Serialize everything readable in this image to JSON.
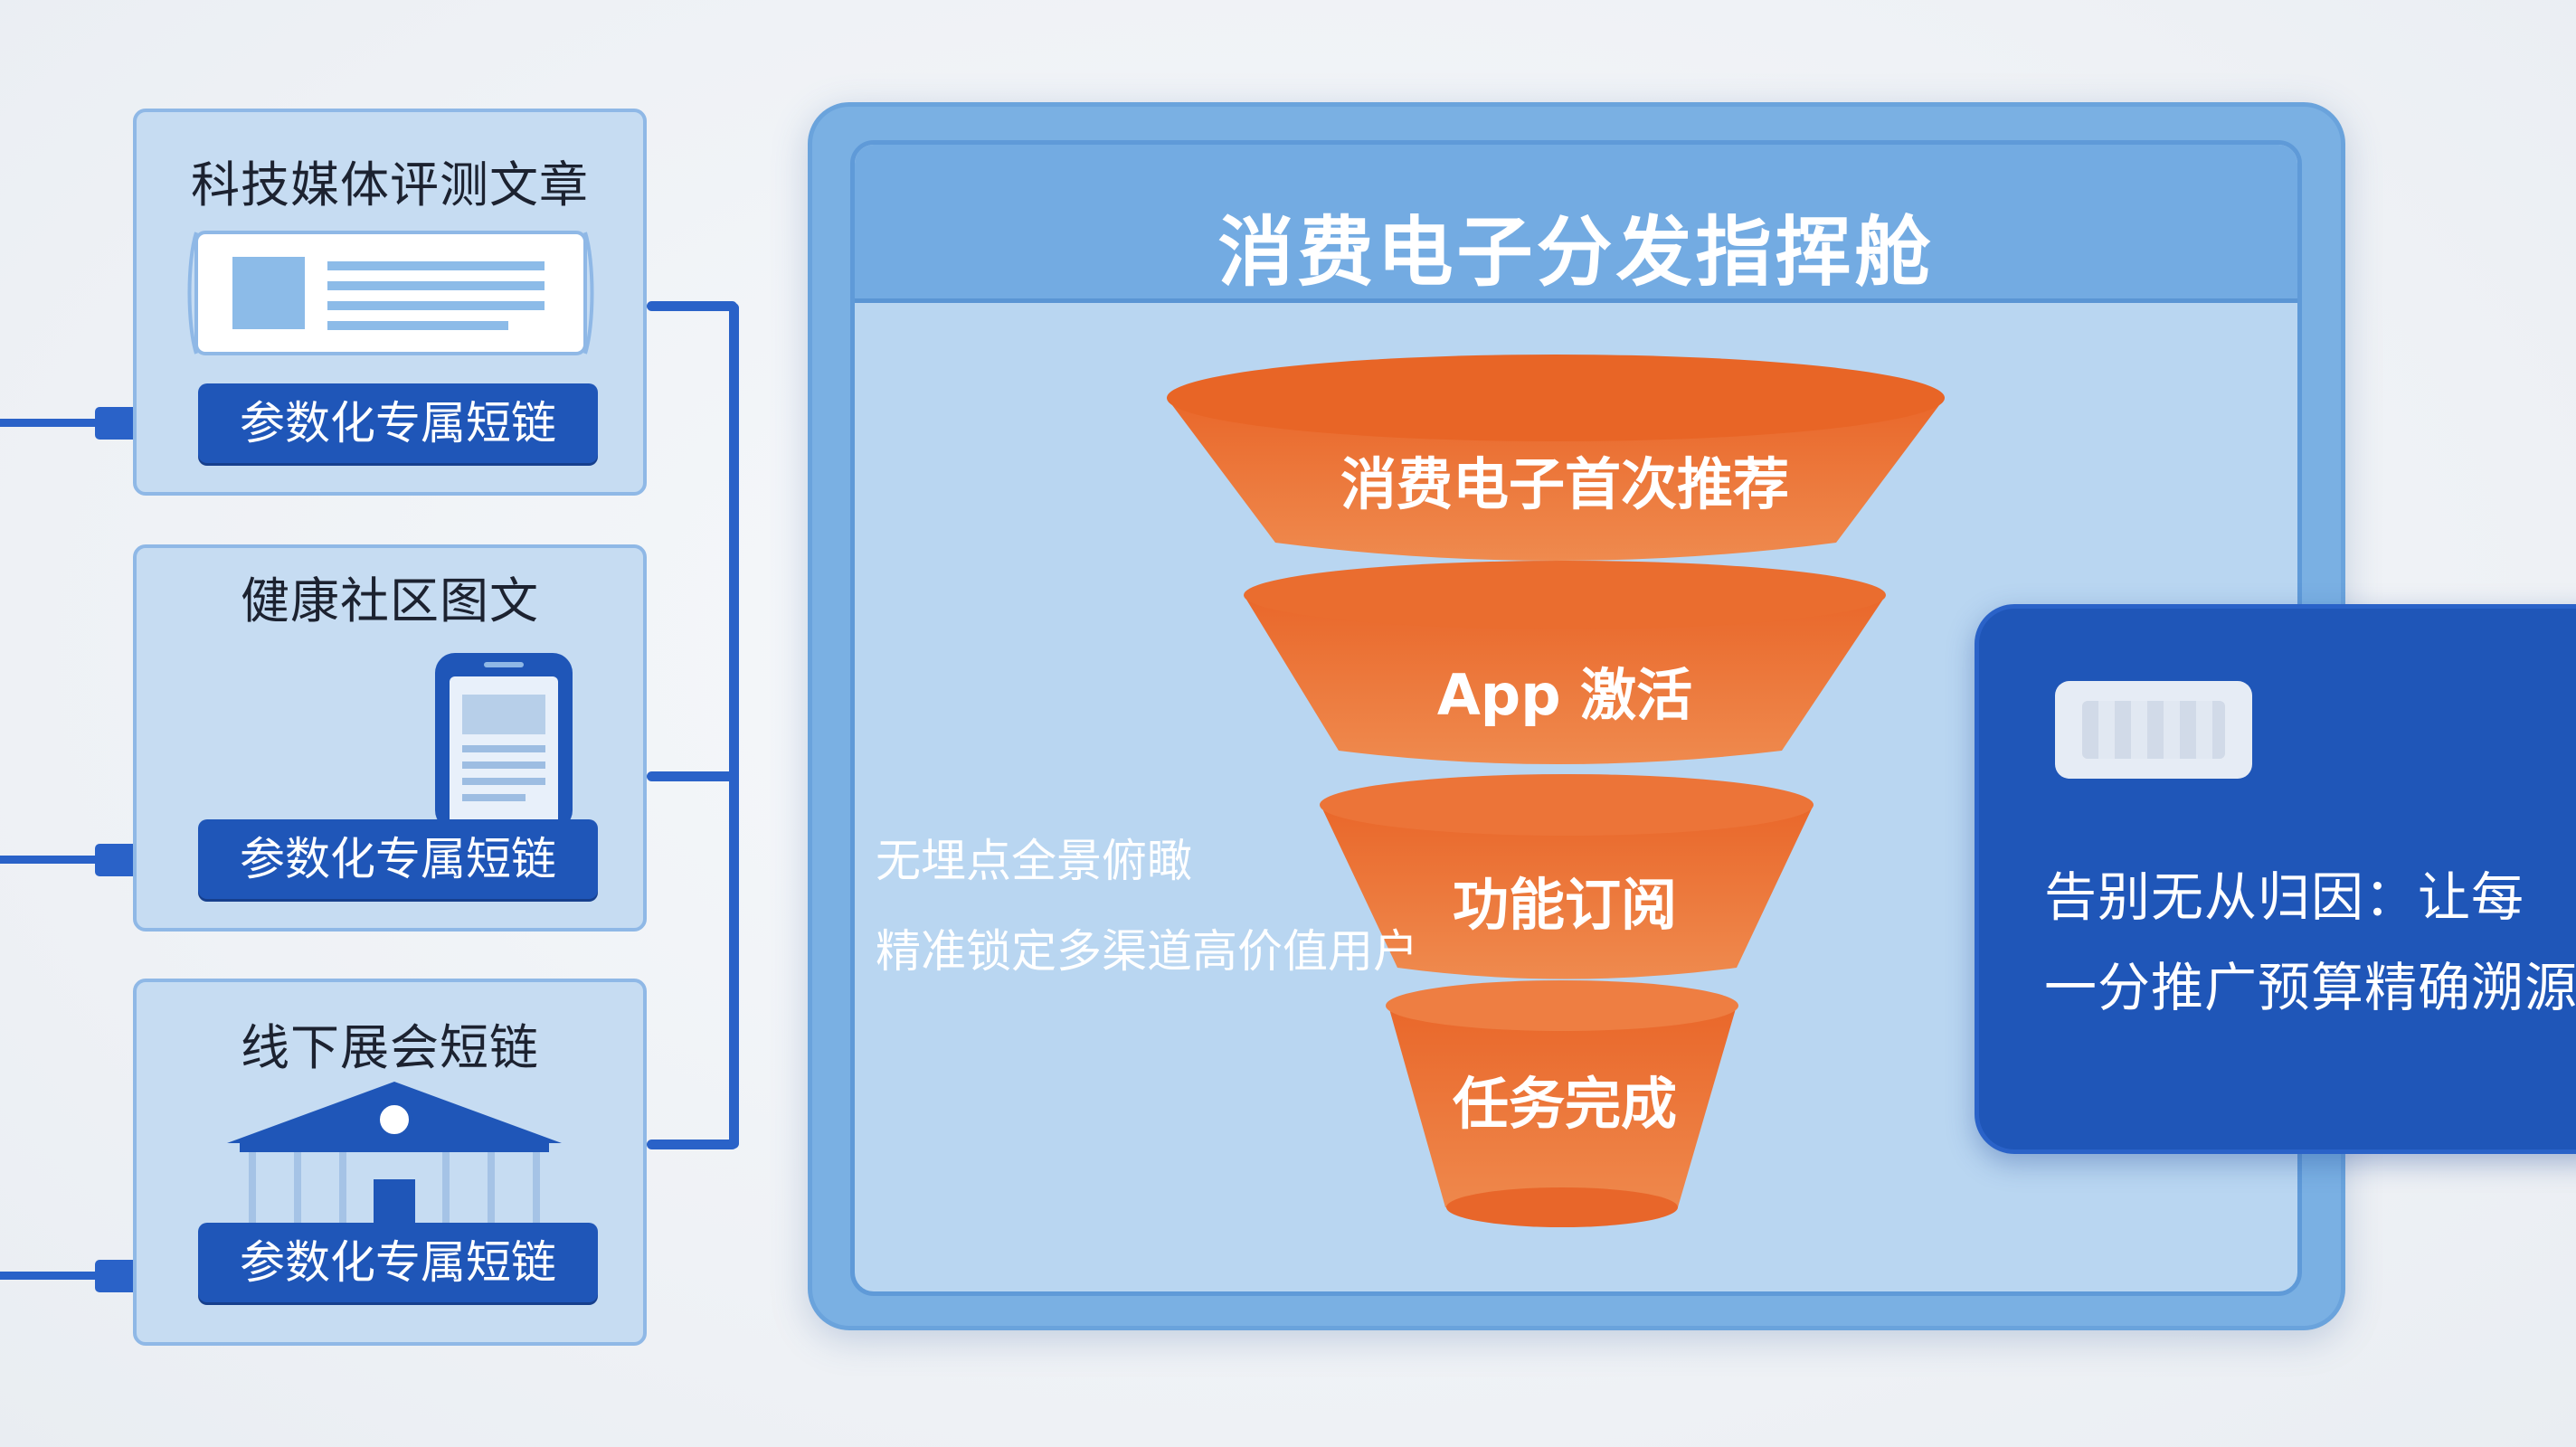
{
  "hub": {
    "title": "消费电子分发指挥舱"
  },
  "sources": [
    {
      "title": "科技媒体评测文章",
      "icon": "article-icon",
      "link_label": "参数化专属短链"
    },
    {
      "title": "健康社区图文",
      "icon": "smartphone-icon",
      "link_label": "参数化专属短链"
    },
    {
      "title": "线下展会短链",
      "icon": "pavilion-icon",
      "link_label": "参数化专属短链"
    }
  ],
  "funnel": {
    "stages": [
      "消费电子首次推荐",
      "App 激活",
      "功能订阅",
      "任务完成"
    ]
  },
  "notes": [
    "无埋点全景俯瞰",
    "精准锁定多渠道高价值用户"
  ],
  "result": {
    "line1": "告别无从归因：让每",
    "line2": "一分推广预算精确溯源"
  },
  "colors": {
    "accent_blue": "#1f56b8",
    "hub_blue": "#7ab0e3",
    "funnel_orange": "#ea6a2a",
    "card_fill": "#c6dcf2"
  }
}
